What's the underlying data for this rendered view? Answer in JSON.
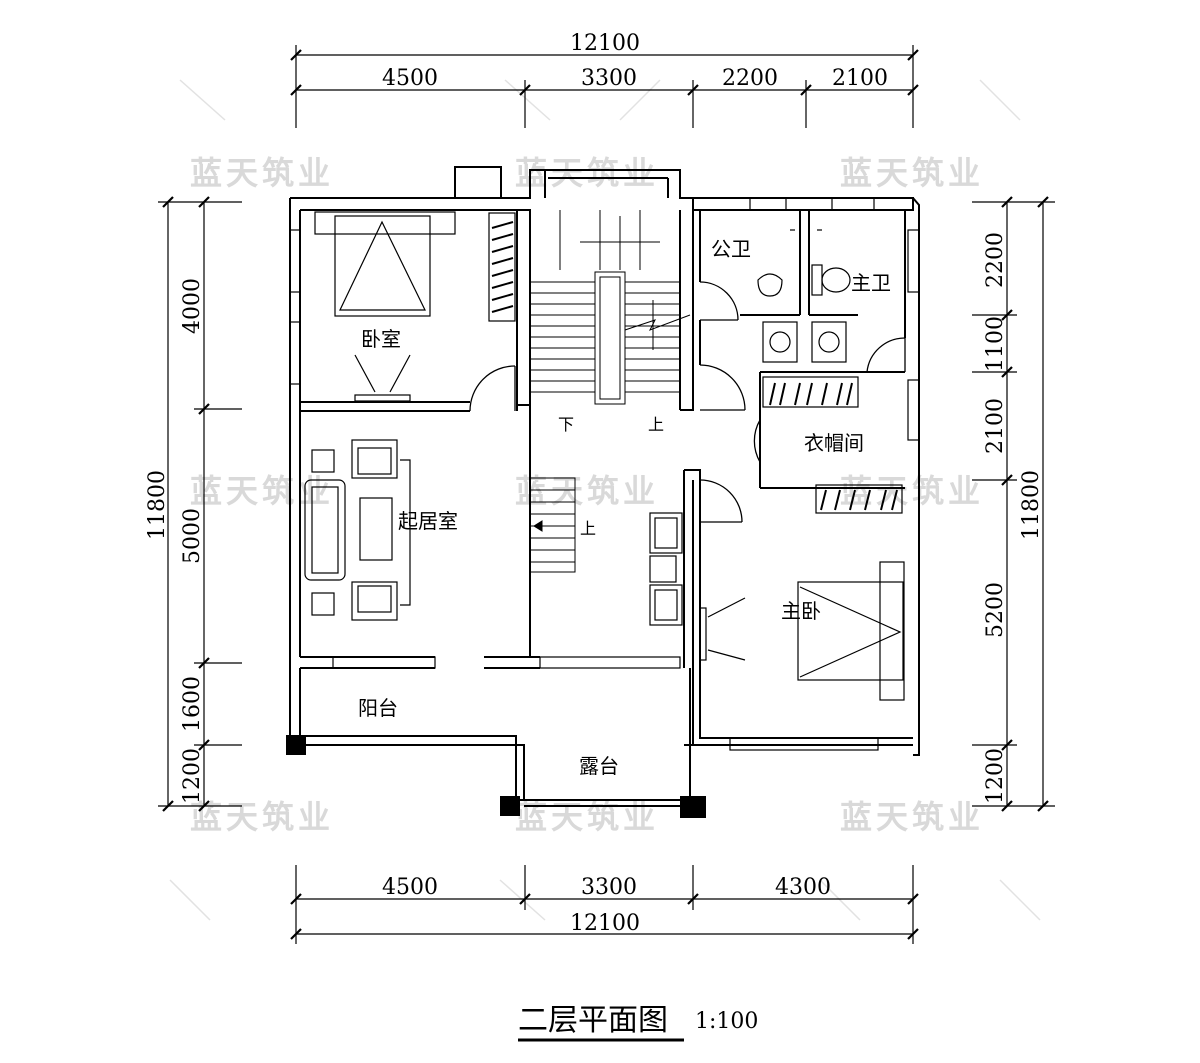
{
  "drawing": {
    "title": "二层平面图",
    "scale": "1:100"
  },
  "dimensions": {
    "top_total": "12100",
    "top_segments": [
      "4500",
      "3300",
      "2200",
      "2100"
    ],
    "bottom_total": "12100",
    "bottom_segments": [
      "4500",
      "3300",
      "4300"
    ],
    "left_total": "11800",
    "left_segments": [
      "4000",
      "5000",
      "1600",
      "1200"
    ],
    "right_total": "11800",
    "right_segments": [
      "2200",
      "1100",
      "2100",
      "5200",
      "1200"
    ]
  },
  "rooms": {
    "bedroom": "卧室",
    "living": "起居室",
    "public_bath": "公卫",
    "master_bath": "主卫",
    "closet": "衣帽间",
    "master_bedroom": "主卧",
    "balcony": "阳台",
    "terrace": "露台",
    "stair_down": "下",
    "stair_up": "上",
    "stair_up2": "上"
  },
  "watermark": "蓝天筑业"
}
